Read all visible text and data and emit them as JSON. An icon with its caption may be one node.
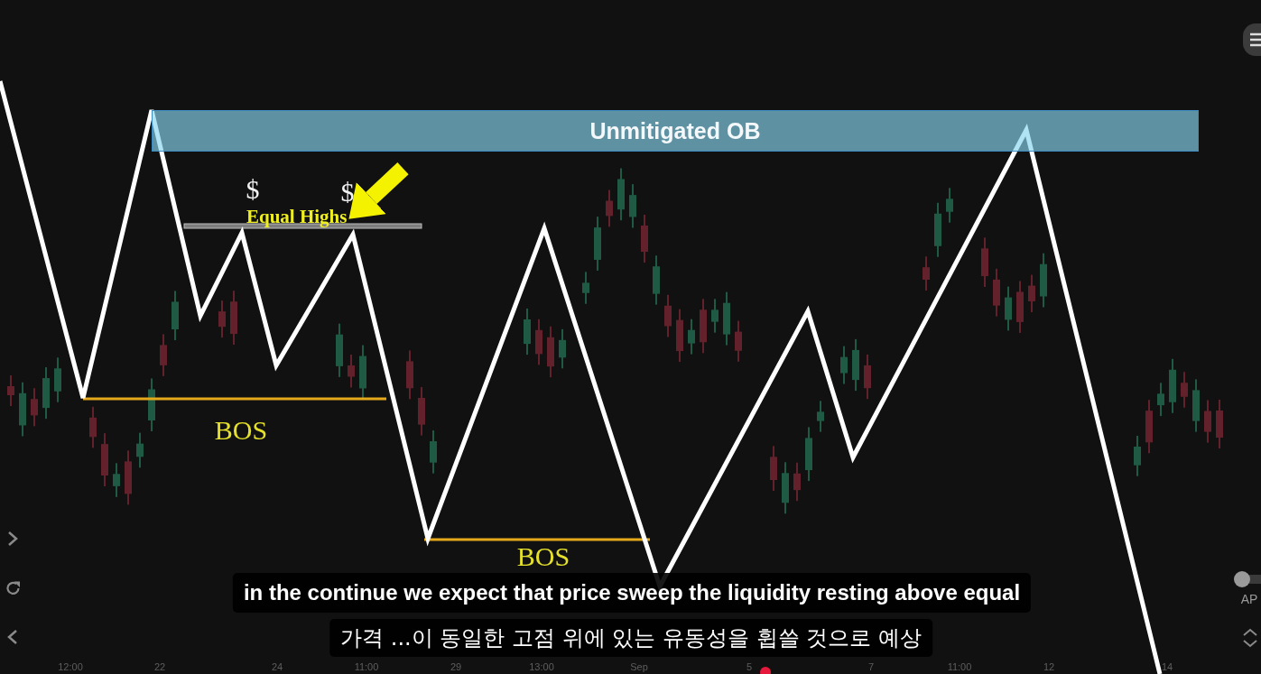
{
  "diagram": {
    "nodes": [
      {
        "text": [
          "Unmitigated OB"
        ]
      },
      {
        "text": [
          "Equal Highs"
        ]
      }
    ],
    "edges": [
      {
        "from": null,
        "to": 1,
        "arrow": "to"
      }
    ],
    "labels": [
      "$",
      "$",
      "BOS",
      "BOS",
      "in the continue we expect that price sweep the liquidity resting above equal",
      "AP",
      "가격 ...이 동일한 고점 위에 있는 유동성을 휩쓸 것으로 예상",
      "12:00",
      "22",
      "24",
      "11:00",
      "29",
      "13:00",
      "Sep",
      "5",
      "7",
      "11:00",
      "12",
      "14"
    ]
  }
}
